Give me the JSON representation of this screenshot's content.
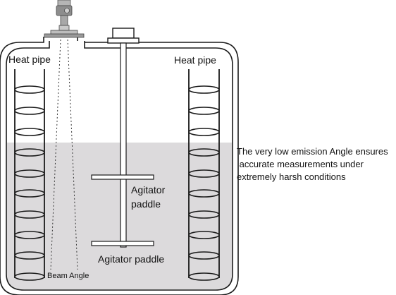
{
  "labels": {
    "heat_pipe_left": "Heat pipe",
    "heat_pipe_right": "Heat pipe",
    "agitator_paddle_upper_line1": "Agitator",
    "agitator_paddle_upper_line2": "paddle",
    "agitator_paddle_lower": "Agitator paddle",
    "beam_angle": "Beam Angle",
    "note_line1": "The very low emission Angle ensures",
    "note_line2": " accurate measurements under",
    "note_line3": "extremely harsh conditions"
  },
  "colors": {
    "outline": "#1a1a1a",
    "liquid": "#dcdadc",
    "tank_fill": "#ffffff",
    "sensor_body": "#9a9a9a"
  }
}
